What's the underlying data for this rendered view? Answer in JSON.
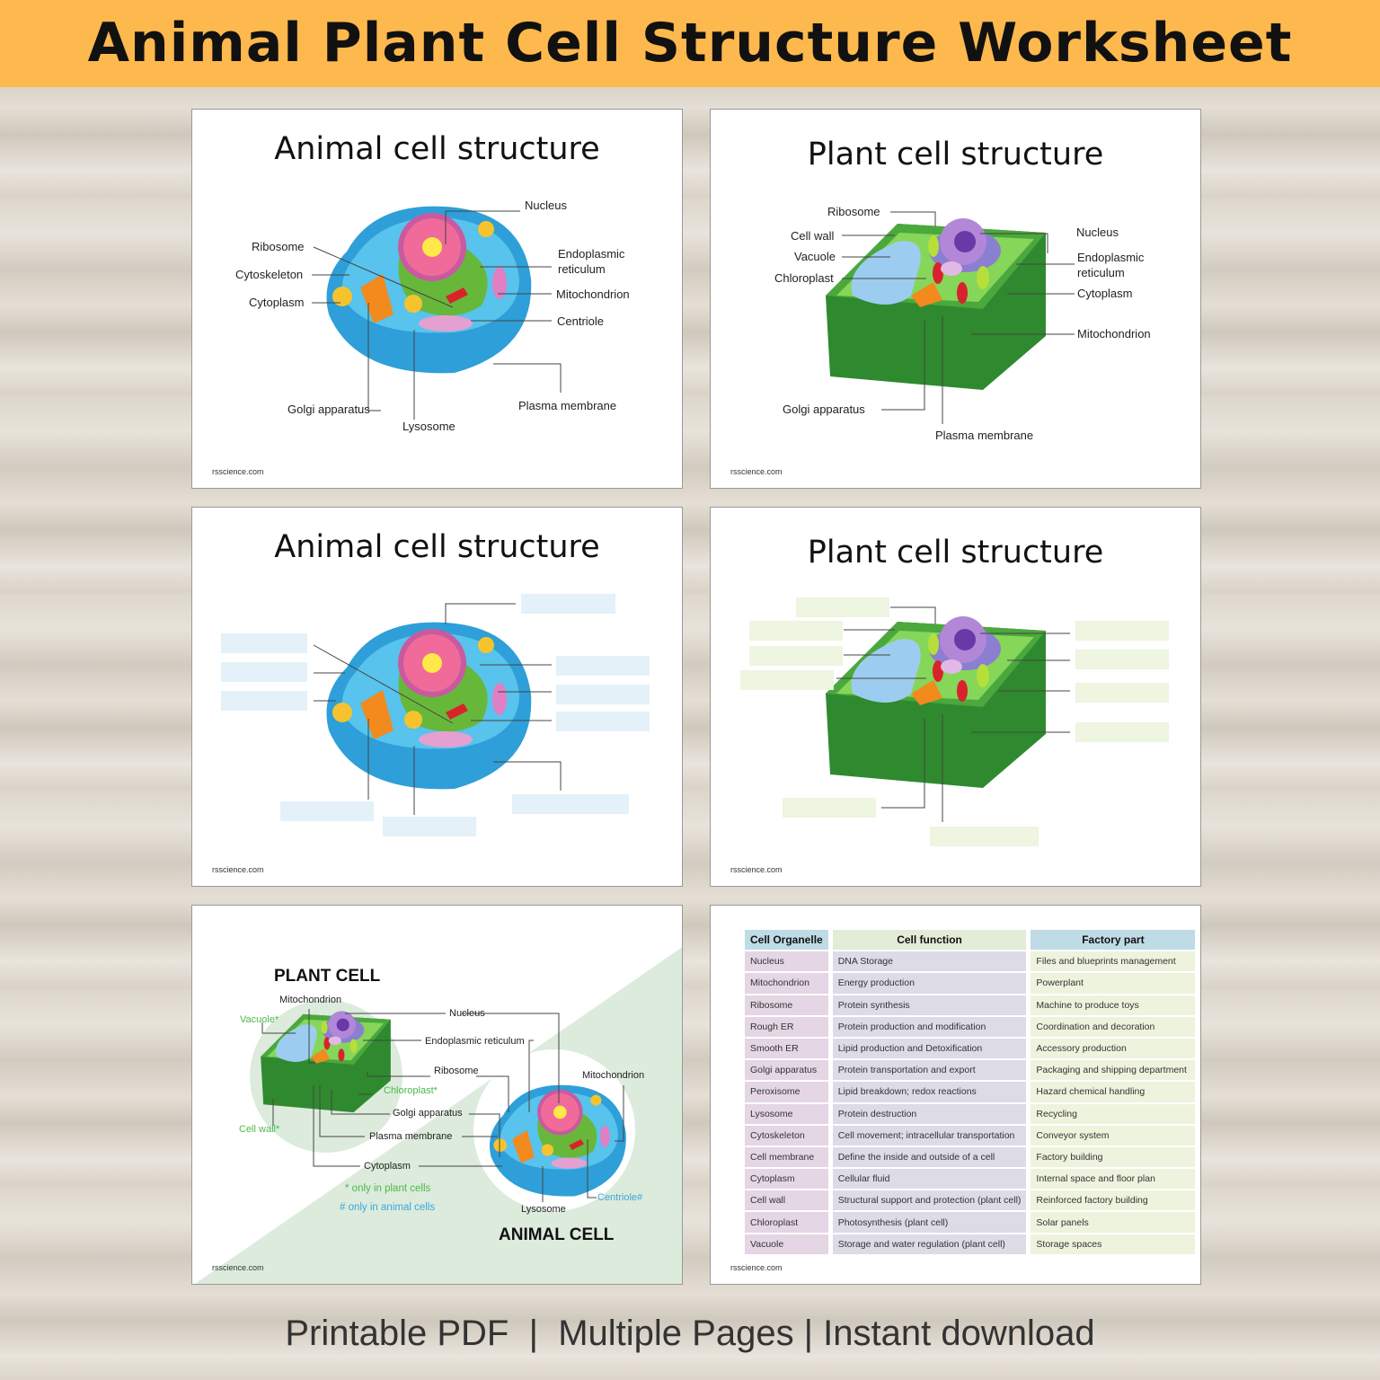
{
  "header": {
    "title": "Animal Plant Cell Structure Worksheet"
  },
  "credit": "rsscience.com",
  "panel1": {
    "title": "Animal cell structure",
    "labels": [
      "Nucleus",
      "Ribosome",
      "Cytoskeleton",
      "Cytoplasm",
      "Endoplasmic",
      "reticulum",
      "Mitochondrion",
      "Centriole",
      "Golgi apparatus",
      "Lysosome",
      "Plasma membrane"
    ]
  },
  "panel2": {
    "title": "Plant cell structure",
    "labels": [
      "Ribosome",
      "Cell wall",
      "Vacuole",
      "Chloroplast",
      "Nucleus",
      "Endoplasmic",
      "reticulum",
      "Cytoplasm",
      "Mitochondrion",
      "Golgi apparatus",
      "Plasma membrane"
    ]
  },
  "panel3": {
    "title": "Animal cell structure"
  },
  "panel4": {
    "title": "Plant cell structure"
  },
  "panel5": {
    "plant_title": "PLANT CELL",
    "animal_title": "ANIMAL CELL",
    "labels": [
      "Mitochondrion",
      "Vacuole*",
      "Nucleus",
      "Endoplasmic reticulum",
      "Ribosome",
      "Chloroplast*",
      "Golgi apparatus",
      "Cell wall*",
      "Plasma membrane",
      "Cytoplasm",
      "Mitochondrion",
      "Lysosome",
      "Centriole#"
    ],
    "legend_plant": "* only in plant cells",
    "legend_animal": "# only in animal cells"
  },
  "table": {
    "headers": [
      "Cell Organelle",
      "Cell function",
      "Factory part"
    ],
    "rows": [
      [
        "Nucleus",
        "DNA Storage",
        "Files and blueprints management"
      ],
      [
        "Mitochondrion",
        "Energy production",
        "Powerplant"
      ],
      [
        "Ribosome",
        "Protein synthesis",
        "Machine to produce toys"
      ],
      [
        "Rough ER",
        "Protein production and modification",
        "Coordination and decoration"
      ],
      [
        "Smooth ER",
        "Lipid production and Detoxification",
        "Accessory production"
      ],
      [
        "Golgi apparatus",
        "Protein transportation and export",
        "Packaging and shipping department"
      ],
      [
        "Peroxisome",
        "Lipid breakdown; redox reactions",
        "Hazard chemical handling"
      ],
      [
        "Lysosome",
        "Protein destruction",
        "Recycling"
      ],
      [
        "Cytoskeleton",
        "Cell movement; intracellular transportation",
        "Conveyor system"
      ],
      [
        "Cell membrane",
        "Define the inside and outside of a cell",
        "Factory building"
      ],
      [
        "Cytoplasm",
        "Cellular fluid",
        "Internal space and floor plan"
      ],
      [
        "Cell wall",
        "Structural support and protection (plant cell)",
        "Reinforced factory building"
      ],
      [
        "Chloroplast",
        "Photosynthesis (plant cell)",
        "Solar panels"
      ],
      [
        "Vacuole",
        "Storage and water regulation (plant cell)",
        "Storage spaces"
      ]
    ]
  },
  "footer": "Printable PDF  |  Multiple Pages | Instant download",
  "colors": {
    "banner": "#fdb94e",
    "animal_blank": "#e4f1f8",
    "plant_blank": "#eef5e0",
    "plant_only": "#4bb84b",
    "animal_only": "#3aa7dc"
  }
}
